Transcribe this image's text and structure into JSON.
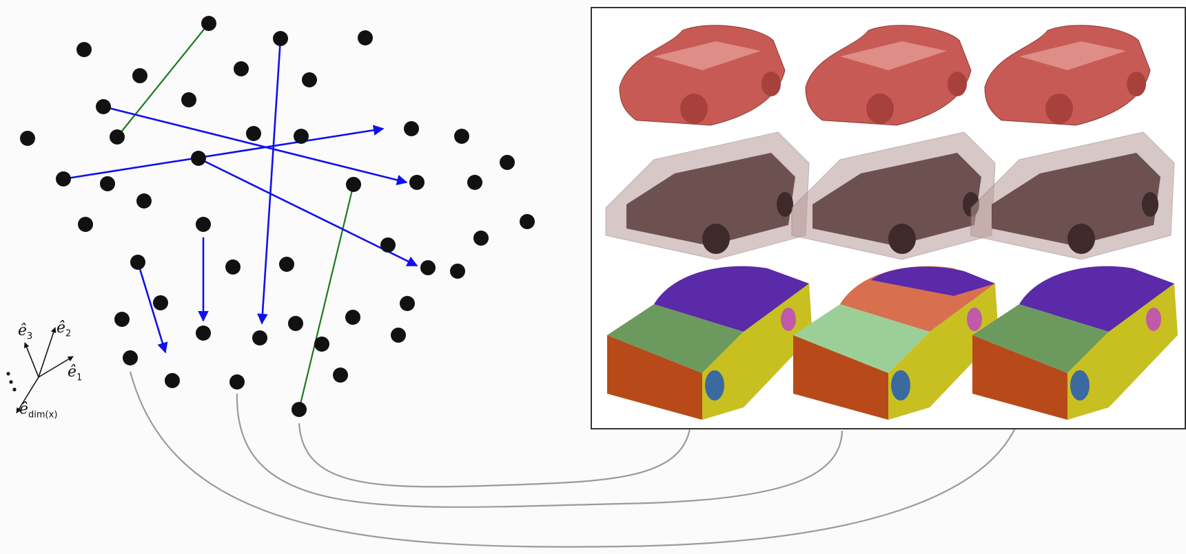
{
  "basis_legend": {
    "e1": "ê",
    "e1_sub": "1",
    "e2": "ê",
    "e2_sub": "2",
    "e3": "ê",
    "e3_sub": "3",
    "edim": "ê",
    "edim_sub": "dim(x)"
  },
  "colors": {
    "point": "#111111",
    "deformation_arrow": "#1010ee",
    "correspondence_line": "#1a7a1a",
    "link_curve": "#9a9a9a",
    "car_mesh": "#c85a55",
    "car_mesh_dark": "#a8403c",
    "proxy_body": "#5a3c3c",
    "proxy_shell": "#b89a98",
    "template_roof": "#5a2aa8",
    "template_hood": "#6c9a5e",
    "template_front": "#b84a1a",
    "template_side": "#c8c020",
    "template_wheel": "#3a6aa0",
    "template_rear_wheel": "#c05aa8",
    "template_hood_alt": "#d87050"
  },
  "icons": {
    "car_rows": [
      "car-mesh-icon",
      "car-proxy-icon",
      "car-template-icon"
    ]
  }
}
